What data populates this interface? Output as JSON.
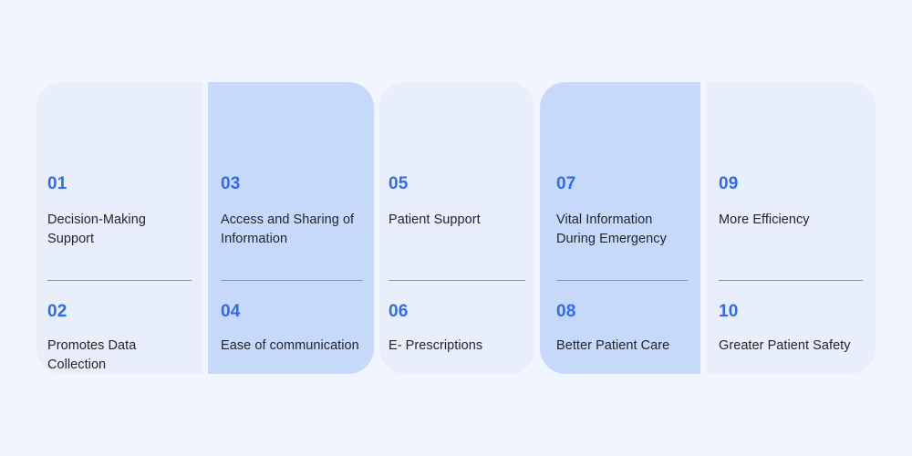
{
  "theme": {
    "page_background": "#f1f5fe",
    "card_light": "#e8eefc",
    "card_dark": "#c7d9fb",
    "number_color": "#2f6bf2",
    "text_color": "#222528",
    "divider_color": "#6b97ec"
  },
  "cards": [
    {
      "shade": "light",
      "entries": [
        {
          "number": "01",
          "text": "Decision-Making Support"
        },
        {
          "number": "02",
          "text": "Promotes Data Collection"
        }
      ]
    },
    {
      "shade": "dark",
      "entries": [
        {
          "number": "03",
          "text": "Access and Sharing of Information"
        },
        {
          "number": "04",
          "text": "Ease of communication"
        }
      ]
    },
    {
      "shade": "light",
      "entries": [
        {
          "number": "05",
          "text": "Patient Support"
        },
        {
          "number": "06",
          "text": "E- Prescriptions"
        }
      ]
    },
    {
      "shade": "dark",
      "entries": [
        {
          "number": "07",
          "text": "Vital Information During Emergency"
        },
        {
          "number": "08",
          "text": "Better Patient Care"
        }
      ]
    },
    {
      "shade": "light",
      "entries": [
        {
          "number": "09",
          "text": "More Efficiency"
        },
        {
          "number": "10",
          "text": "Greater Patient Safety"
        }
      ]
    }
  ]
}
